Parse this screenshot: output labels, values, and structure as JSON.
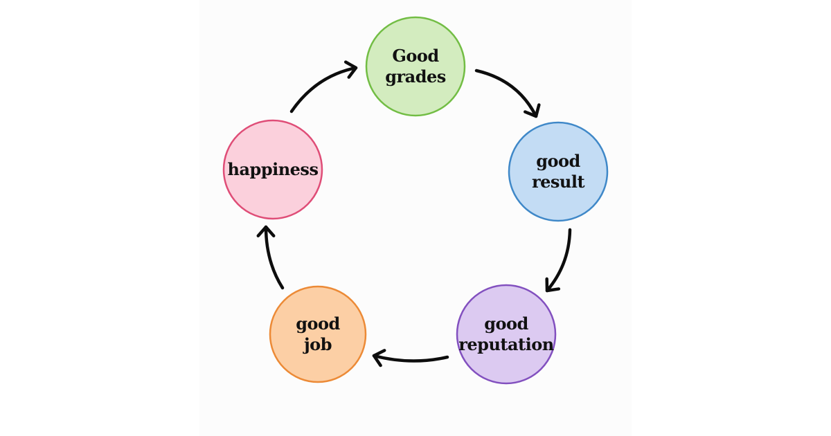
{
  "diagram": {
    "type": "cycle",
    "nodes": [
      {
        "id": "good-grades",
        "lines": [
          "Good",
          "grades"
        ],
        "fill": "#d3ecbf",
        "stroke": "#72bd44"
      },
      {
        "id": "good-result",
        "lines": [
          "good",
          "result"
        ],
        "fill": "#c3dcf4",
        "stroke": "#3f88c8"
      },
      {
        "id": "good-reputation",
        "lines": [
          "good",
          "reputation"
        ],
        "fill": "#dccaf1",
        "stroke": "#8250bf"
      },
      {
        "id": "good-job",
        "lines": [
          "good",
          "job"
        ],
        "fill": "#fccfa5",
        "stroke": "#ec8a36"
      },
      {
        "id": "happiness",
        "lines": [
          "happiness"
        ],
        "fill": "#fbd0dc",
        "stroke": "#df4d77"
      }
    ],
    "edges": [
      {
        "from": "good-grades",
        "to": "good-result"
      },
      {
        "from": "good-result",
        "to": "good-reputation"
      },
      {
        "from": "good-reputation",
        "to": "good-job"
      },
      {
        "from": "good-job",
        "to": "happiness"
      },
      {
        "from": "happiness",
        "to": "good-grades"
      }
    ],
    "arrow_color": "#0d0d0d"
  }
}
